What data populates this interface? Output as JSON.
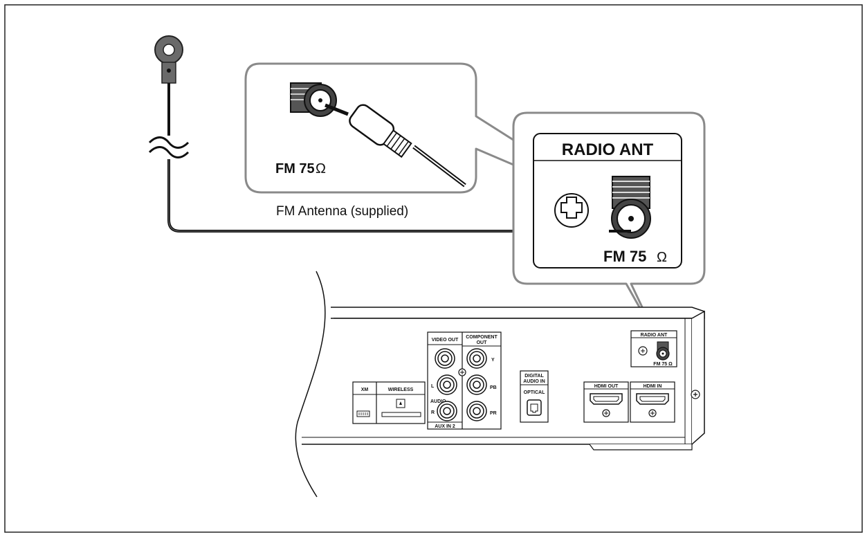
{
  "callout_small": {
    "label": "FM 75",
    "ohm": "Ω"
  },
  "caption": "FM Antenna (supplied)",
  "callout_large": {
    "header": "RADIO ANT",
    "label": "FM 75",
    "ohm": "Ω"
  },
  "panel": {
    "xm": "XM",
    "wireless": "WIRELESS",
    "video_out": "VIDEO OUT",
    "component_out_1": "COMPONENT",
    "component_out_2": "OUT",
    "y": "Y",
    "pb": "PB",
    "pr": "PR",
    "audio": "AUDIO",
    "l": "L",
    "r": "R",
    "aux_in_2": "AUX IN 2",
    "digital_1": "DIGITAL",
    "digital_2": "AUDIO IN",
    "optical": "OPTICAL",
    "hdmi_out": "HDMI OUT",
    "hdmi_in": "HDMI IN",
    "radio_ant_small": "RADIO ANT",
    "fm75_small": "FM 75 Ω"
  }
}
